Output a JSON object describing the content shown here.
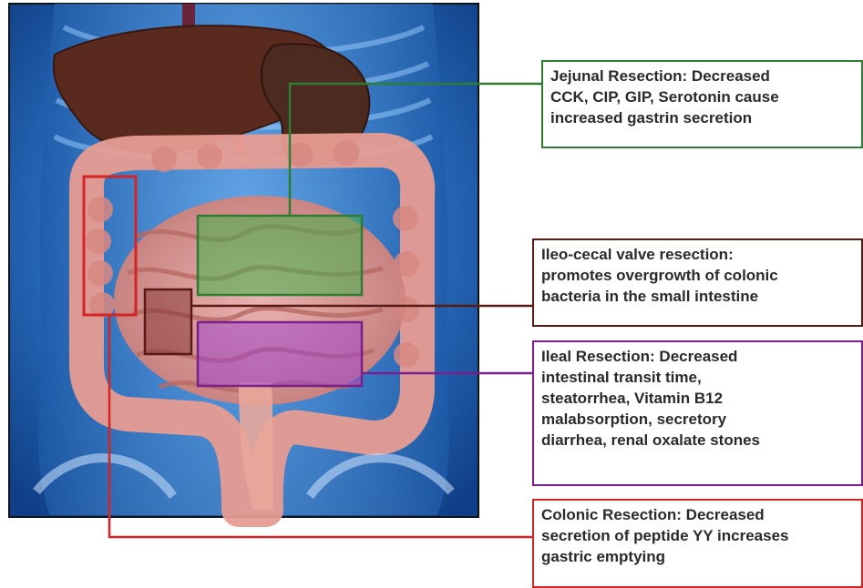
{
  "callouts": {
    "jejunal": [
      "Jejunal Resection: Decreased",
      "CCK, CIP, GIP, Serotonin cause",
      "increased gastrin secretion"
    ],
    "ileocecal": [
      "Ileo-cecal valve resection:",
      "promotes overgrowth of colonic",
      "bacteria in the small intestine"
    ],
    "ileal": [
      "Ileal Resection: Decreased",
      "intestinal transit time,",
      "steatorrhea, Vitamin B12",
      "malabsorption, secretory",
      "diarrhea, renal oxalate stones"
    ],
    "colonic": [
      "Colonic Resection: Decreased",
      "secretion of peptide YY increases",
      "gastric emptying"
    ]
  },
  "colors": {
    "jejunal": "#2f7d32",
    "ileocecal": "#5a1a14",
    "ileal": "#7b1f8c",
    "colonic": "#d42424",
    "background_blue": "#1f5fae"
  },
  "icons": [
    "torso-illustration",
    "liver-icon",
    "stomach-icon",
    "small-intestine-icon",
    "colon-icon",
    "pelvis-icon"
  ]
}
